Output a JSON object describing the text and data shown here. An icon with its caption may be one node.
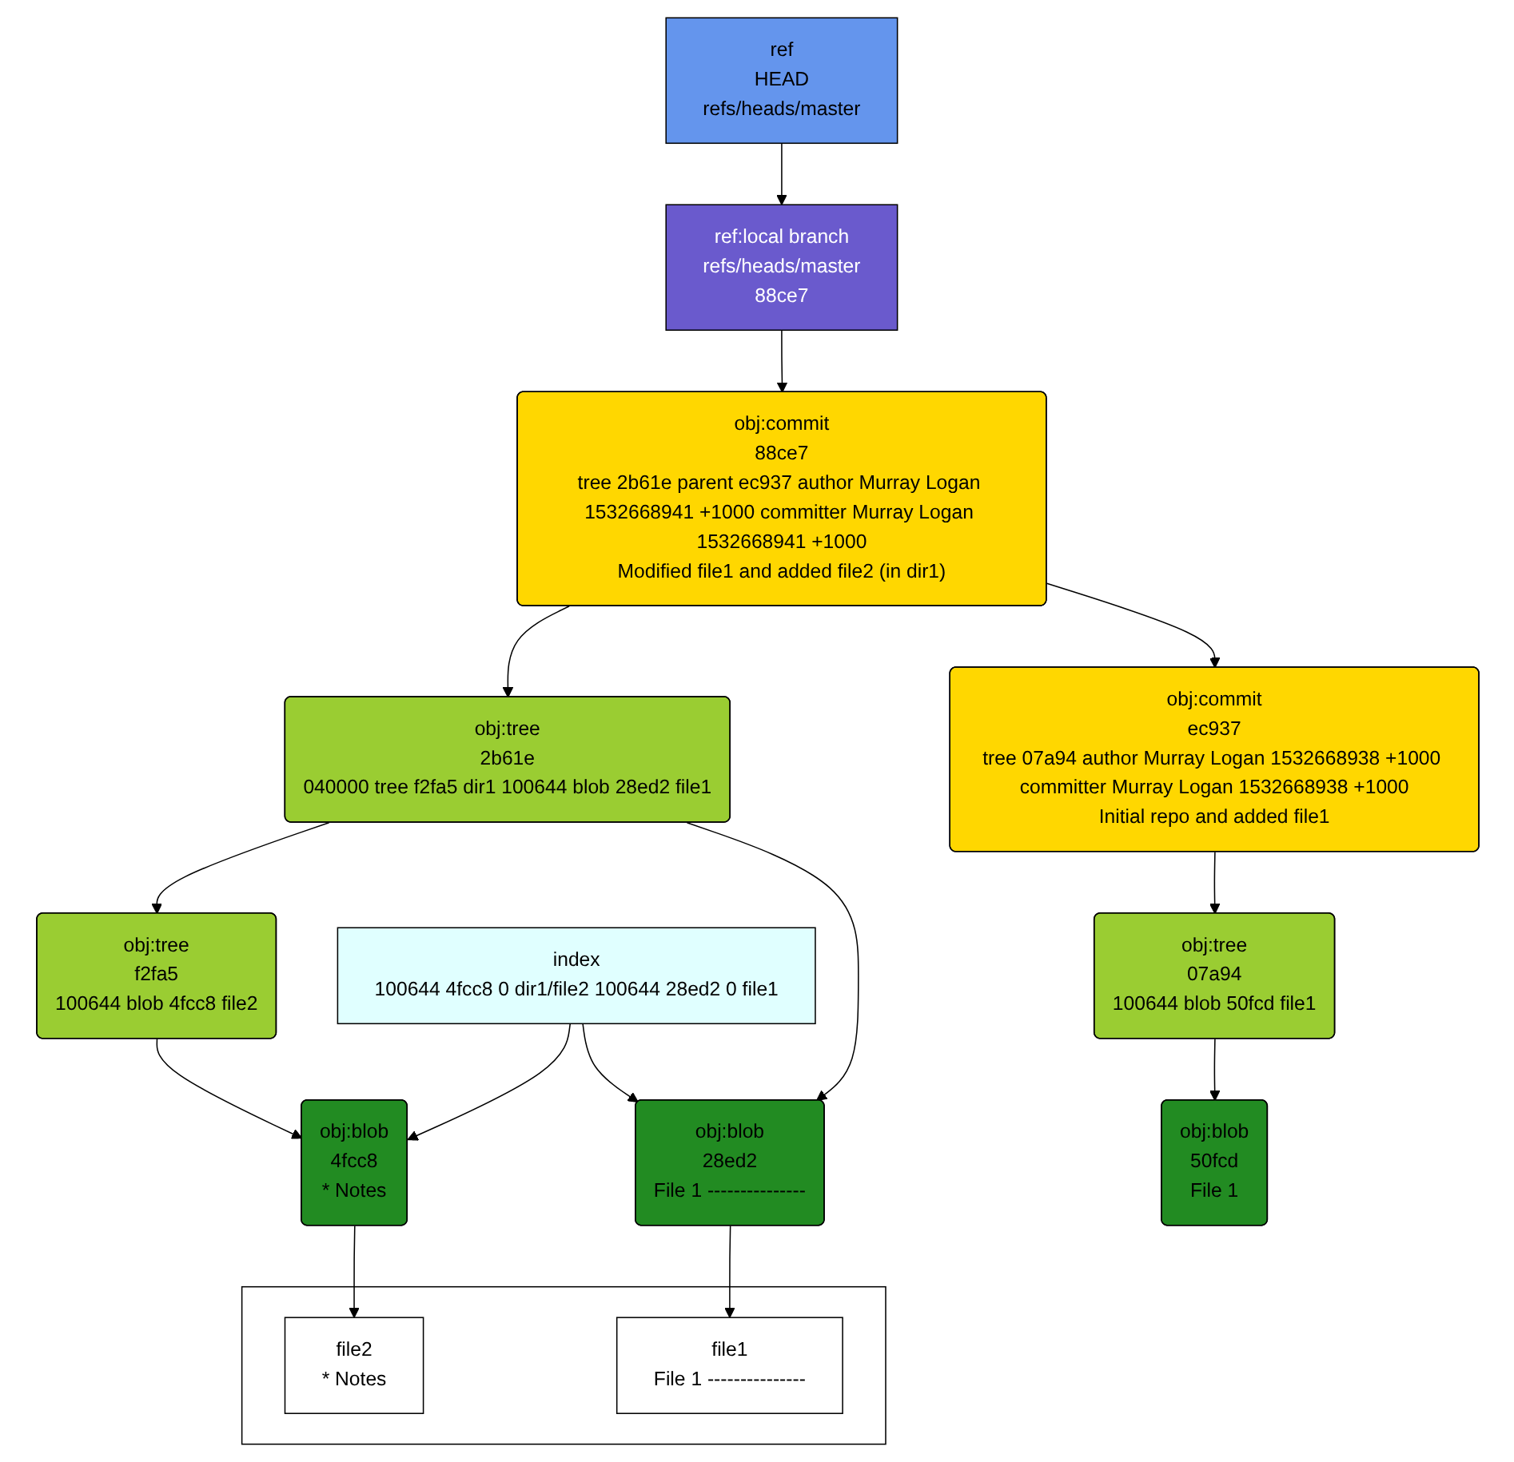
{
  "diagram": {
    "nodes": [
      {
        "text": [
          "ref",
          "HEAD",
          "refs/heads/master"
        ]
      },
      {
        "text": [
          "ref:local branch",
          "refs/heads/master",
          "88ce7"
        ]
      },
      {
        "text": [
          "obj:commit",
          "88ce7",
          "tree 2b61e parent ec937 author Murray Logan 1532668941 +1000 committer Murray Logan 1532668941 +1000",
          "Modified file1 and added file2 (in dir1)"
        ]
      },
      {
        "text": [
          "obj:tree",
          "2b61e",
          "040000 tree f2fa5 dir1 100644 blob 28ed2 file1"
        ]
      },
      {
        "text": [
          "obj:commit",
          "ec937",
          "tree 07a94 author Murray Logan 1532668938 +1000 committer Murray Logan 1532668938 +1000",
          "Initial repo and added file1"
        ]
      },
      {
        "text": [
          "obj:tree",
          "f2fa5",
          "100644 blob 4fcc8 file2"
        ]
      },
      {
        "text": [
          "index",
          "100644 4fcc8 0 dir1/file2 100644 28ed2 0 file1"
        ]
      },
      {
        "text": [
          "obj:tree",
          "07a94",
          "100644 blob 50fcd file1"
        ]
      },
      {
        "text": [
          "obj:blob",
          "4fcc8",
          "* Notes"
        ]
      },
      {
        "text": [
          "obj:blob",
          "28ed2",
          "File 1 ---------------"
        ]
      },
      {
        "text": [
          "obj:blob",
          "50fcd",
          "File 1"
        ]
      },
      {
        "text": [],
        "shape": "box"
      },
      {
        "text": [
          "file2",
          "* Notes"
        ],
        "in": 11
      },
      {
        "text": [
          "file1",
          "File 1 ---------------"
        ],
        "in": 11
      }
    ],
    "edges": [
      {
        "from": 0,
        "to": 1,
        "arrow": "to"
      },
      {
        "from": 1,
        "to": 2,
        "arrow": "to"
      },
      {
        "from": 2,
        "to": 3,
        "arrow": "to"
      },
      {
        "from": 2,
        "to": 4,
        "arrow": "to"
      },
      {
        "from": 3,
        "to": 5,
        "arrow": "to"
      },
      {
        "from": 3,
        "to": 9,
        "arrow": "to"
      },
      {
        "from": 4,
        "to": 7,
        "arrow": "to"
      },
      {
        "from": 5,
        "to": 8,
        "arrow": "to"
      },
      {
        "from": 6,
        "to": 8,
        "arrow": "to"
      },
      {
        "from": 6,
        "to": 9,
        "arrow": "to"
      },
      {
        "from": 7,
        "to": 10,
        "arrow": "to"
      },
      {
        "from": 8,
        "to": 12,
        "arrow": "to"
      },
      {
        "from": 9,
        "to": 13,
        "arrow": "to"
      }
    ]
  }
}
